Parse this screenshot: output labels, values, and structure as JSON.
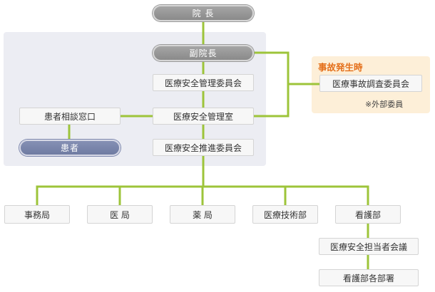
{
  "director": "院 長",
  "vice_director": "副院長",
  "safety_management_committee": "医療安全管理委員会",
  "safety_management_office": "医療安全管理室",
  "safety_promotion_committee": "医療安全推進委員会",
  "patient_consultation_window": "患者相談窓口",
  "patient": "患者",
  "accident_section": {
    "title": "事故発生時",
    "committee": "医療事故調査委員会",
    "note": "※外部委員"
  },
  "departments": [
    "事務局",
    "医 局",
    "薬 局",
    "医療技術部",
    "看護部"
  ],
  "nursing_children": [
    "医療安全担当者会議",
    "看護部各部署"
  ],
  "colors": {
    "connector": "#9dc43a",
    "panel": "#ecedf3",
    "accident_panel": "#fdefd8",
    "accident_title": "#e46f1a"
  }
}
